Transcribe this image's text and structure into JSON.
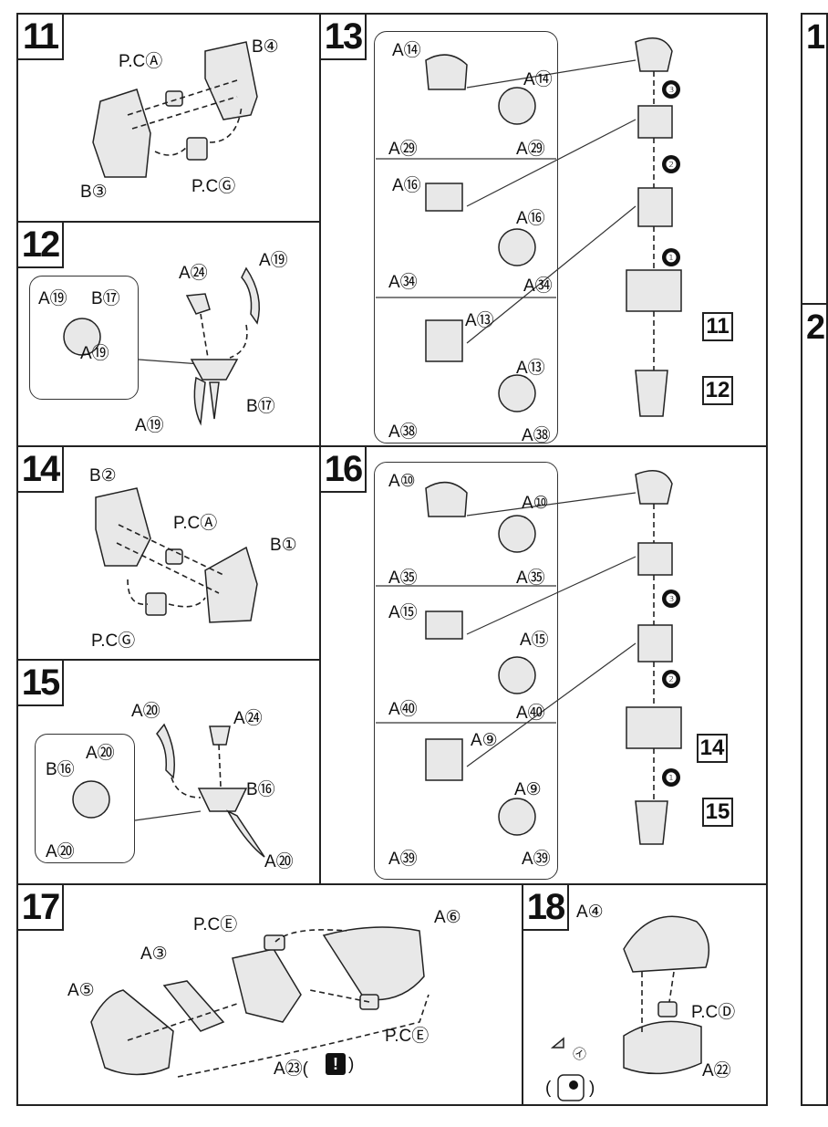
{
  "steps": {
    "s11": {
      "num": "11",
      "labels": [
        "P.CⒶ",
        "B④",
        "B③",
        "P.CⒼ"
      ]
    },
    "s12": {
      "num": "12",
      "labels": [
        "A㉔",
        "A⑲",
        "A⑲",
        "B⑰",
        "A⑲",
        "B⑰",
        "A⑲"
      ]
    },
    "s13": {
      "num": "13",
      "labels": [
        "A⑭",
        "A㉙",
        "A⑭",
        "A㉙",
        "A⑯",
        "A㉞",
        "A⑯",
        "A㉞",
        "A⑬",
        "A㊳",
        "A⑬",
        "A㊳"
      ],
      "refs": [
        "11",
        "12"
      ],
      "order": [
        "❸",
        "❷",
        "❶"
      ]
    },
    "s14": {
      "num": "14",
      "labels": [
        "B②",
        "P.CⒶ",
        "B①",
        "P.CⒼ"
      ]
    },
    "s15": {
      "num": "15",
      "labels": [
        "A⑳",
        "A㉔",
        "A⑳",
        "B⑯",
        "B⑯",
        "A⑳",
        "A⑳"
      ]
    },
    "s16": {
      "num": "16",
      "labels": [
        "A⑩",
        "A⑩",
        "A㉟",
        "A㉟",
        "A⑮",
        "A⑮",
        "A㊵",
        "A㊵",
        "A⑨",
        "A⑨",
        "A㊴",
        "A㊴"
      ],
      "refs": [
        "14",
        "15"
      ],
      "order": [
        "❸",
        "❷",
        "❶"
      ]
    },
    "s17": {
      "num": "17",
      "labels": [
        "P.CⒺ",
        "A⑥",
        "A③",
        "A⑤",
        "P.CⒺ",
        "A㉓(",
        ")"
      ],
      "warn": "!"
    },
    "s18": {
      "num": "18",
      "labels": [
        "A④",
        "P.CⒹ",
        "A㉒",
        "(",
        ")"
      ],
      "mark": "㋑"
    },
    "s19": {
      "num": "1"
    },
    "s20": {
      "num": "2"
    }
  },
  "colors": {
    "line": "#222222",
    "fill": "#e8e8e8"
  }
}
